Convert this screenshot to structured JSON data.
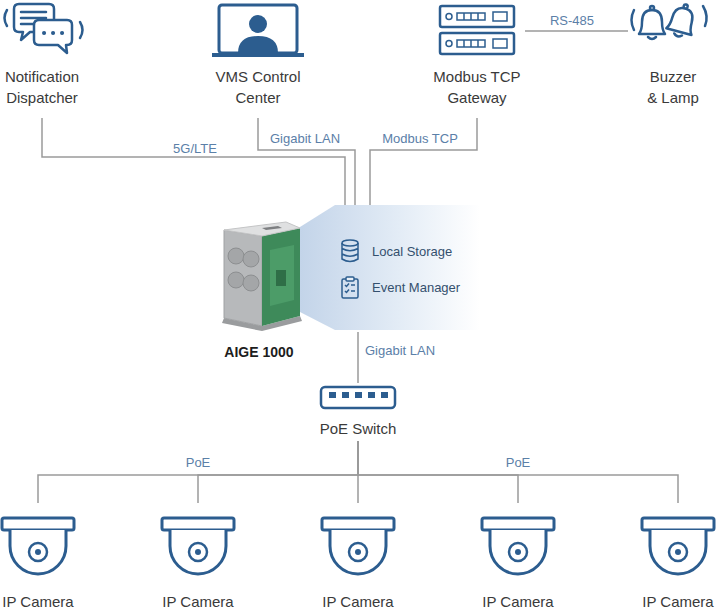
{
  "diagram": {
    "nodes": [
      {
        "text": [
          "Notification Dispatcher"
        ]
      },
      {
        "text": [
          "VMS Control Center"
        ]
      },
      {
        "text": [
          "Modbus TCP Gateway"
        ]
      },
      {
        "text": [
          "Buzzer & Lamp"
        ]
      },
      {
        "text": [
          "AIGE 1000"
        ]
      },
      {
        "text": [
          "Local Storage",
          "Event Manager"
        ],
        "in": 4
      },
      {
        "text": [
          "PoE Switch"
        ]
      },
      {
        "text": [
          "IP Camera"
        ]
      },
      {
        "text": [
          "IP Camera"
        ]
      },
      {
        "text": [
          "IP Camera"
        ]
      },
      {
        "text": [
          "IP Camera"
        ]
      },
      {
        "text": [
          "IP Camera"
        ]
      }
    ],
    "edges": [
      {
        "from": 0,
        "to": 4,
        "label": "5G/LTE",
        "arrow": "none"
      },
      {
        "from": 1,
        "to": 4,
        "label": "Gigabit LAN",
        "arrow": "none"
      },
      {
        "from": 2,
        "to": 4,
        "label": "Modbus TCP",
        "arrow": "none"
      },
      {
        "from": 2,
        "to": 3,
        "label": "RS-485",
        "arrow": "none"
      },
      {
        "from": 4,
        "to": 6,
        "label": "Gigabit LAN",
        "arrow": "none"
      },
      {
        "from": 6,
        "to": 7,
        "arrow": "none"
      },
      {
        "from": 6,
        "to": 8,
        "label": "PoE",
        "arrow": "none"
      },
      {
        "from": 6,
        "to": 9,
        "arrow": "none"
      },
      {
        "from": 6,
        "to": 10,
        "label": "PoE",
        "arrow": "none"
      },
      {
        "from": 6,
        "to": 11,
        "arrow": "none"
      }
    ]
  }
}
